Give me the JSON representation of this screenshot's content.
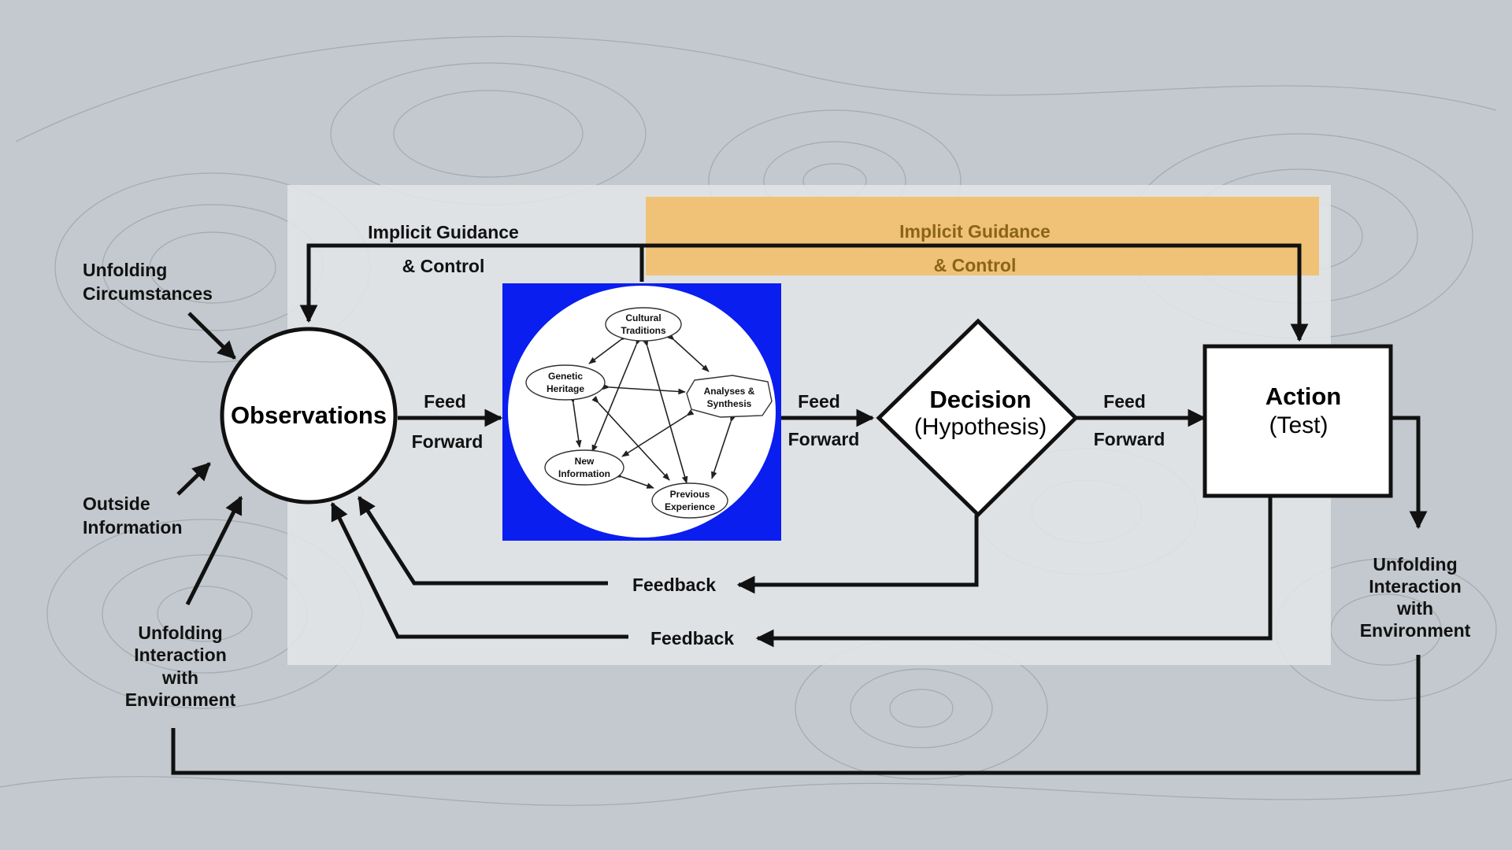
{
  "colors": {
    "background": "#c3c9ce",
    "panel": "#e4e6e9",
    "highlight": "#f2bf6a",
    "inner_square": "#0a1ef0"
  },
  "left_inputs": {
    "unfolding_circumstances": [
      "Unfolding",
      "Circumstances"
    ],
    "outside_information": [
      "Outside",
      "Information"
    ],
    "unfolding_interaction": [
      "Unfolding",
      "Interaction",
      "with",
      "Environment"
    ]
  },
  "right_output": {
    "unfolding_interaction": [
      "Unfolding",
      "Interaction",
      "with",
      "Environment"
    ]
  },
  "guidance_left": [
    "Implicit Guidance",
    "& Control"
  ],
  "guidance_right": [
    "Implicit Guidance",
    "& Control"
  ],
  "nodes": {
    "observations": "Observations",
    "decision": "Decision",
    "decision_sub": "(Hypothesis)",
    "action": "Action",
    "action_sub": "(Test)"
  },
  "feed_forward": [
    "Feed",
    "Forward"
  ],
  "feedback": [
    "Feedback",
    "Feedback"
  ],
  "orient": {
    "cultural_traditions": [
      "Cultural",
      "Traditions"
    ],
    "genetic_heritage": [
      "Genetic",
      "Heritage"
    ],
    "analyses_synthesis": [
      "Analyses &",
      "Synthesis"
    ],
    "new_information": [
      "New",
      "Information"
    ],
    "previous_experience": [
      "Previous",
      "Experience"
    ]
  }
}
